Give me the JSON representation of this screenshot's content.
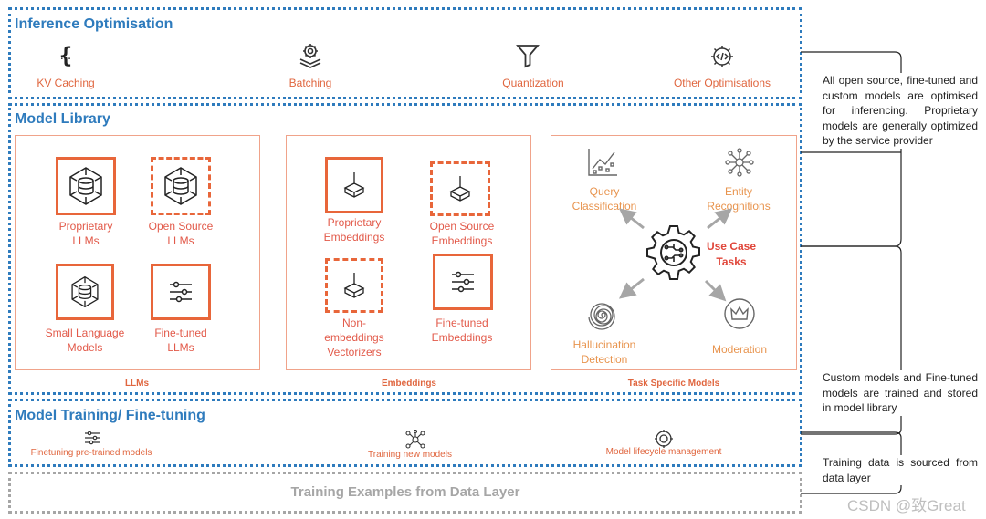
{
  "inference": {
    "title": "Inference Optimisation",
    "items": [
      {
        "label": "KV Caching",
        "icon": "curly-braces-icon"
      },
      {
        "label": "Batching",
        "icon": "gear-layers-icon"
      },
      {
        "label": "Quantization",
        "icon": "funnel-icon"
      },
      {
        "label": "Other Optimisations",
        "icon": "code-gear-icon"
      }
    ]
  },
  "library": {
    "title": "Model Library",
    "llms": {
      "title": "LLMs",
      "items": [
        {
          "label_1": "Proprietary",
          "label_2": "LLMs"
        },
        {
          "label_1": "Open Source",
          "label_2": "LLMs"
        },
        {
          "label_1": "Small Language",
          "label_2": "Models"
        },
        {
          "label_1": "Fine-tuned",
          "label_2": "LLMs"
        }
      ]
    },
    "embeddings": {
      "title": "Embeddings",
      "items": [
        {
          "label_1": "Proprietary",
          "label_2": "Embeddings"
        },
        {
          "label_1": "Open Source",
          "label_2": "Embeddings"
        },
        {
          "label_1": "Non-",
          "label_2": "embeddings",
          "label_3": "Vectorizers"
        },
        {
          "label_1": "Fine-tuned",
          "label_2": "Embeddings"
        }
      ]
    },
    "tasks": {
      "title": "Task Specific Models",
      "center_1": "Use Case",
      "center_2": "Tasks",
      "items": [
        {
          "label_1": "Query",
          "label_2": "Classification"
        },
        {
          "label_1": "Entity",
          "label_2": "Recognitions"
        },
        {
          "label_1": "Hallucination",
          "label_2": "Detection"
        },
        {
          "label_1": "Moderation"
        }
      ]
    }
  },
  "training": {
    "title": "Model Training/ Fine-tuning",
    "items": [
      {
        "label": "Finetuning pre-trained models"
      },
      {
        "label": "Training new models"
      },
      {
        "label": "Model lifecycle management"
      }
    ]
  },
  "data_layer": {
    "label": "Training Examples from Data Layer"
  },
  "notes": {
    "inference": "All open source, fine-tuned and custom models are optimised for inferencing. Proprietary models are generally optimized by the service provider",
    "library": "Custom models and Fine-tuned models are trained and stored in model library",
    "training": "Training data is sourced from data layer"
  },
  "watermark": "CSDN @致Great",
  "colors": {
    "blue": "#2e7bbd",
    "orange": "#e8663a",
    "grey": "#a6a6a6"
  }
}
